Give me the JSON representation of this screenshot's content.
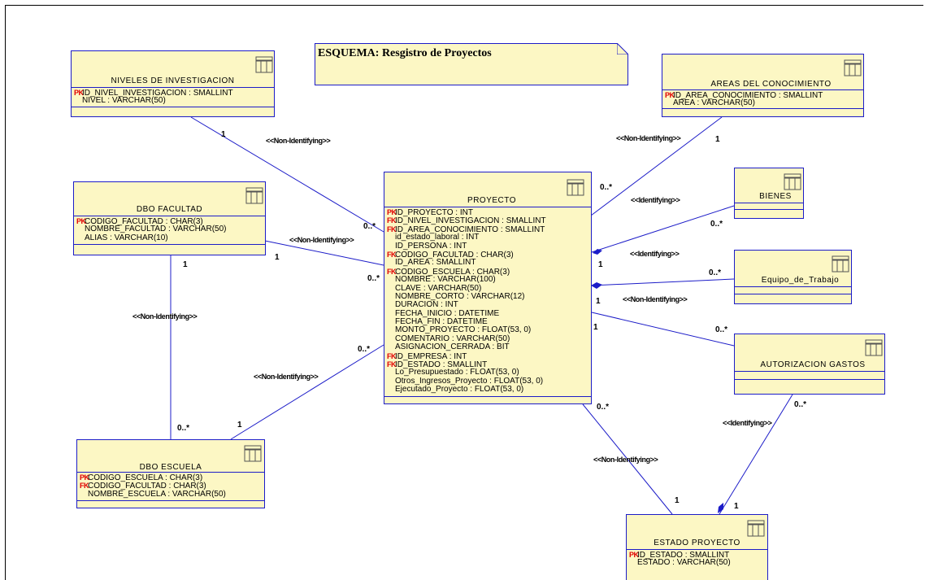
{
  "note": {
    "title": "ESQUEMA: Resgistro de Proyectos"
  },
  "entities": {
    "niveles": {
      "name": "NIVELES DE INVESTIGACION",
      "attrs": [
        {
          "key": "PK",
          "text": "ID_NIVEL_INVESTIGACION : SMALLINT"
        },
        {
          "key": "",
          "text": "NIVEL : VARCHAR(50)"
        }
      ]
    },
    "areas": {
      "name": "AREAS DEL CONOCIMIENTO",
      "attrs": [
        {
          "key": "PK",
          "text": "ID_AREA_CONOCIMIENTO : SMALLINT"
        },
        {
          "key": "",
          "text": "AREA : VARCHAR(50)"
        }
      ]
    },
    "facultad": {
      "name": "DBO FACULTAD",
      "attrs": [
        {
          "key": "PK",
          "text": "CODIGO_FACULTAD : CHAR(3)"
        },
        {
          "key": "",
          "text": "NOMBRE_FACULTAD : VARCHAR(50)"
        },
        {
          "key": "",
          "text": "ALIAS : VARCHAR(10)"
        }
      ]
    },
    "proyecto": {
      "name": "PROYECTO",
      "attrs": [
        {
          "key": "PK",
          "text": "ID_PROYECTO : INT"
        },
        {
          "key": "FK",
          "text": "ID_NIVEL_INVESTIGACION : SMALLINT"
        },
        {
          "key": "FK",
          "text": "ID_AREA_CONOCIMIENTO : SMALLINT"
        },
        {
          "key": "",
          "text": "id_estado_laboral : INT"
        },
        {
          "key": "",
          "text": "ID_PERSONA : INT"
        },
        {
          "key": "FK",
          "text": "CODIGO_FACULTAD : CHAR(3)"
        },
        {
          "key": "",
          "text": "ID_AREA : SMALLINT"
        },
        {
          "key": "FK",
          "text": "CODIGO_ESCUELA : CHAR(3)"
        },
        {
          "key": "",
          "text": "NOMBRE : VARCHAR(100)"
        },
        {
          "key": "",
          "text": "CLAVE : VARCHAR(50)"
        },
        {
          "key": "",
          "text": "NOMBRE_CORTO : VARCHAR(12)"
        },
        {
          "key": "",
          "text": "DURACION : INT"
        },
        {
          "key": "",
          "text": "FECHA_INICIO : DATETIME"
        },
        {
          "key": "",
          "text": "FECHA_FIN : DATETIME"
        },
        {
          "key": "",
          "text": "MONTO_PROYECTO : FLOAT(53, 0)"
        },
        {
          "key": "",
          "text": "COMENTARIO : VARCHAR(50)"
        },
        {
          "key": "",
          "text": "ASIGNACION_CERRADA : BIT"
        },
        {
          "key": "FK",
          "text": "ID_EMPRESA : INT"
        },
        {
          "key": "FK",
          "text": "ID_ESTADO : SMALLINT"
        },
        {
          "key": "",
          "text": "Lo_Presupuestado : FLOAT(53, 0)"
        },
        {
          "key": "",
          "text": "Otros_Ingresos_Proyecto : FLOAT(53, 0)"
        },
        {
          "key": "",
          "text": "Ejecutado_Proyecto : FLOAT(53, 0)"
        }
      ]
    },
    "bienes": {
      "name": "BIENES",
      "attrs": []
    },
    "equipo": {
      "name": "Equipo_de_Trabajo",
      "attrs": []
    },
    "autorizacion": {
      "name": "AUTORIZACION GASTOS",
      "attrs": []
    },
    "escuela": {
      "name": "DBO ESCUELA",
      "attrs": [
        {
          "key": "PK",
          "text": "CODIGO_ESCUELA : CHAR(3)"
        },
        {
          "key": "FK",
          "text": "CODIGO_FACULTAD : CHAR(3)"
        },
        {
          "key": "",
          "text": "NOMBRE_ESCUELA : VARCHAR(50)"
        }
      ]
    },
    "estado": {
      "name": "ESTADO PROYECTO",
      "attrs": [
        {
          "key": "PK",
          "text": "ID_ESTADO : SMALLINT"
        },
        {
          "key": "",
          "text": "ESTADO : VARCHAR(50)"
        }
      ]
    }
  },
  "relationships": {
    "niveles": {
      "label": "<<Non-Identifying>>",
      "card_parent": "1",
      "card_child": "0..*"
    },
    "areas": {
      "label": "<<Non-Identifying>>",
      "card_parent": "1",
      "card_child": "0..*"
    },
    "facultad": {
      "label": "<<Non-Identifying>>",
      "card_parent": "1",
      "card_child": "0..*"
    },
    "bienes": {
      "label": "<<Identifying>>",
      "card_parent": "1",
      "card_child": "0..*"
    },
    "equipo": {
      "label": "<<Identifying>>",
      "card_parent": "1",
      "card_child": "0..*"
    },
    "autorizacion": {
      "label": "<<Non-Identifying>>",
      "card_parent": "1",
      "card_child": "0..*"
    },
    "facultad_escuela": {
      "label": "<<Non-Identifying>>",
      "card_parent": "1",
      "card_child": "0..*"
    },
    "escuela": {
      "label": "<<Non-Identifying>>",
      "card_parent": "1",
      "card_child": "0..*"
    },
    "estado": {
      "label": "<<Non-Identifying>>",
      "card_parent": "1",
      "card_child": "0..*"
    },
    "autorizacion_estado": {
      "label": "<<Identifying>>",
      "card_parent": "1",
      "card_child": "0..*"
    }
  },
  "colors": {
    "entity_fill": "#fcf7c4",
    "line": "#1c1cc8",
    "key": "#e00000"
  },
  "icons": {
    "entity": "table-icon"
  }
}
